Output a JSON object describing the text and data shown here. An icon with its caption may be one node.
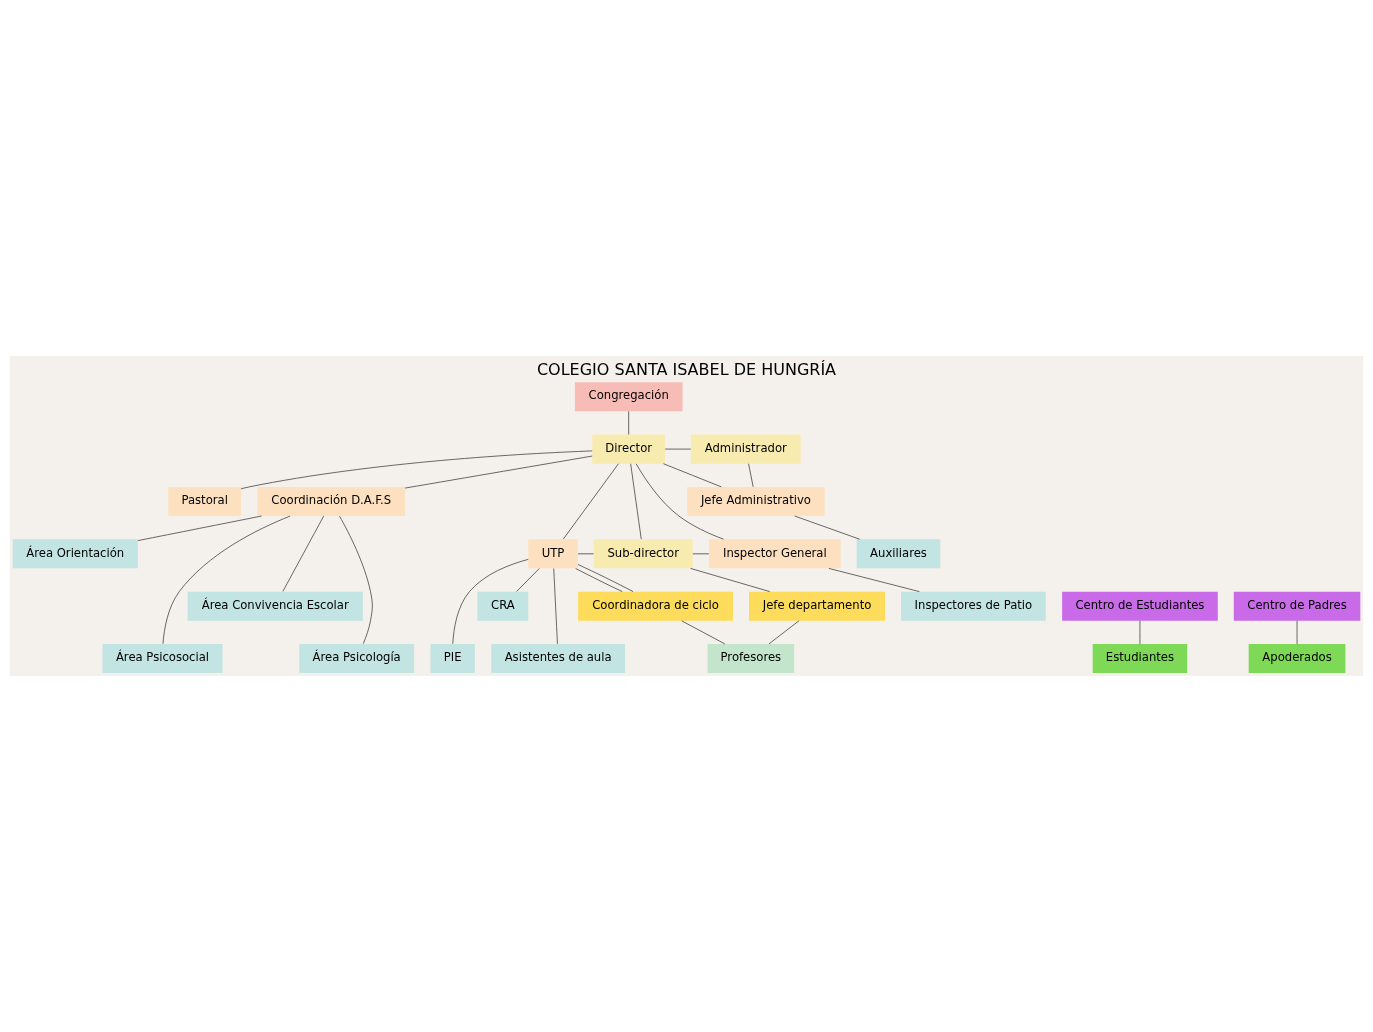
{
  "diagram": {
    "title": "COLEGIO SANTA ISABEL DE HUNGRÍA",
    "nodes": [
      {
        "text": [
          "Congregación"
        ]
      },
      {
        "text": [
          "Administrador"
        ]
      },
      {
        "text": [
          "Pastoral"
        ]
      },
      {
        "text": [
          "Director"
        ]
      },
      {
        "text": [
          "Jefe Administrativo"
        ]
      },
      {
        "text": [
          "Coordinación D.A.F.S"
        ]
      },
      {
        "text": [
          "UTP"
        ]
      },
      {
        "text": [
          "Sub-director"
        ]
      },
      {
        "text": [
          "Inspector General"
        ]
      },
      {
        "text": [
          "Auxiliares"
        ]
      },
      {
        "text": [
          "Área Psicosocial"
        ]
      },
      {
        "text": [
          "Coordinadora de ciclo"
        ]
      },
      {
        "text": [
          "Jefe departamento"
        ]
      },
      {
        "text": [
          "Inspectores de Patio"
        ]
      },
      {
        "text": [
          "Área Convivencia Escolar"
        ]
      },
      {
        "text": [
          "PIE"
        ]
      },
      {
        "text": [
          "Profesores"
        ]
      },
      {
        "text": [
          "Área Psicología"
        ]
      },
      {
        "text": [
          "CRA"
        ]
      },
      {
        "text": [
          "Centro de Estudiantes"
        ]
      },
      {
        "text": [
          "Centro de Padres"
        ]
      },
      {
        "text": [
          "Área Orientación"
        ]
      },
      {
        "text": [
          "Asistentes de aula"
        ]
      },
      {
        "text": [
          "Estudiantes"
        ]
      },
      {
        "text": [
          "Apoderados"
        ]
      }
    ],
    "edges": [
      {
        "from": 0,
        "to": 3,
        "arrow": "none"
      },
      {
        "from": 3,
        "to": 2,
        "arrow": "none"
      },
      {
        "from": 3,
        "to": 5,
        "arrow": "none"
      },
      {
        "from": 3,
        "to": 6,
        "arrow": "none"
      },
      {
        "from": 3,
        "to": 1,
        "arrow": "none"
      },
      {
        "from": 3,
        "to": 4,
        "arrow": "none"
      },
      {
        "from": 3,
        "to": 8,
        "arrow": "none"
      },
      {
        "from": 1,
        "to": 4,
        "arrow": "none"
      },
      {
        "from": 4,
        "to": 9,
        "arrow": "none"
      },
      {
        "from": 3,
        "to": 7,
        "arrow": "none"
      },
      {
        "from": 6,
        "to": 7,
        "arrow": "none"
      },
      {
        "from": 7,
        "to": 8,
        "arrow": "none"
      },
      {
        "from": 7,
        "to": 12,
        "arrow": "none"
      },
      {
        "from": 6,
        "to": 11,
        "arrow": "none"
      },
      {
        "from": 6,
        "to": 11,
        "arrow": "none"
      },
      {
        "from": 11,
        "to": 16,
        "arrow": "none"
      },
      {
        "from": 12,
        "to": 16,
        "arrow": "none"
      },
      {
        "from": 8,
        "to": 13,
        "arrow": "none"
      },
      {
        "from": 5,
        "to": 10,
        "arrow": "none"
      },
      {
        "from": 5,
        "to": 14,
        "arrow": "none"
      },
      {
        "from": 5,
        "to": 17,
        "arrow": "none"
      },
      {
        "from": 5,
        "to": 21,
        "arrow": "none"
      },
      {
        "from": 6,
        "to": 15,
        "arrow": "none"
      },
      {
        "from": 6,
        "to": 18,
        "arrow": "none"
      },
      {
        "from": 6,
        "to": 22,
        "arrow": "none"
      },
      {
        "from": 19,
        "to": 23,
        "arrow": "none"
      },
      {
        "from": 20,
        "to": 24,
        "arrow": "none"
      }
    ]
  }
}
